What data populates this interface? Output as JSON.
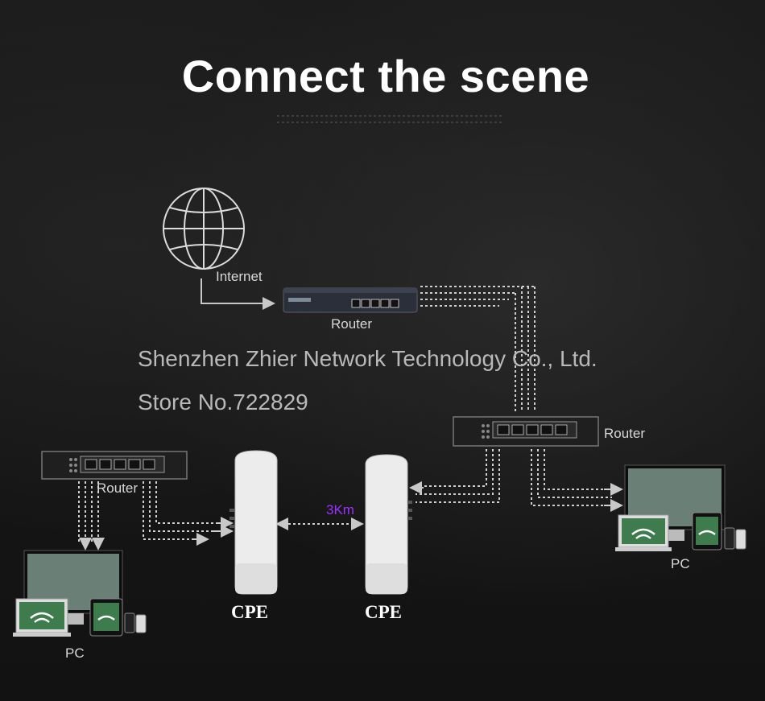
{
  "title": "Connect the scene",
  "labels": {
    "internet": "Internet",
    "router_top": "Router",
    "router_right": "Router",
    "router_left": "Router",
    "pc_left": "PC",
    "pc_right": "PC",
    "cpe_left": "CPE",
    "cpe_right": "CPE",
    "distance": "3Km"
  },
  "watermark": {
    "company": "Shenzhen Zhier Network Technology Co., Ltd.",
    "store": "Store No.722829"
  },
  "colors": {
    "distance_text": "#9b30ff",
    "background": "#141414"
  },
  "icons": [
    "globe-icon",
    "router-icon",
    "switch-icon",
    "cpe-antenna-icon",
    "devices-icon"
  ]
}
